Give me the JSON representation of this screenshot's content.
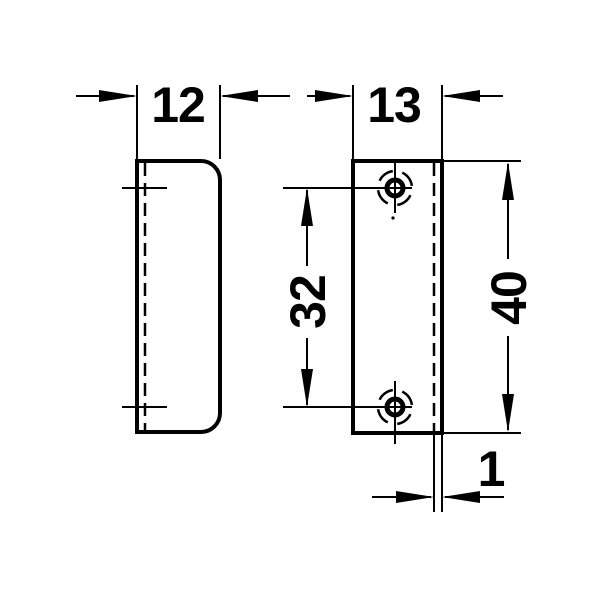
{
  "drawing": {
    "background_color": "#ffffff",
    "line_color": "#000000",
    "dimensions": {
      "side_view_width_mm": "12",
      "front_view_width_mm": "13",
      "hole_spacing_mm": "32",
      "overall_height_mm": "40",
      "material_thickness_mm": "1"
    }
  }
}
